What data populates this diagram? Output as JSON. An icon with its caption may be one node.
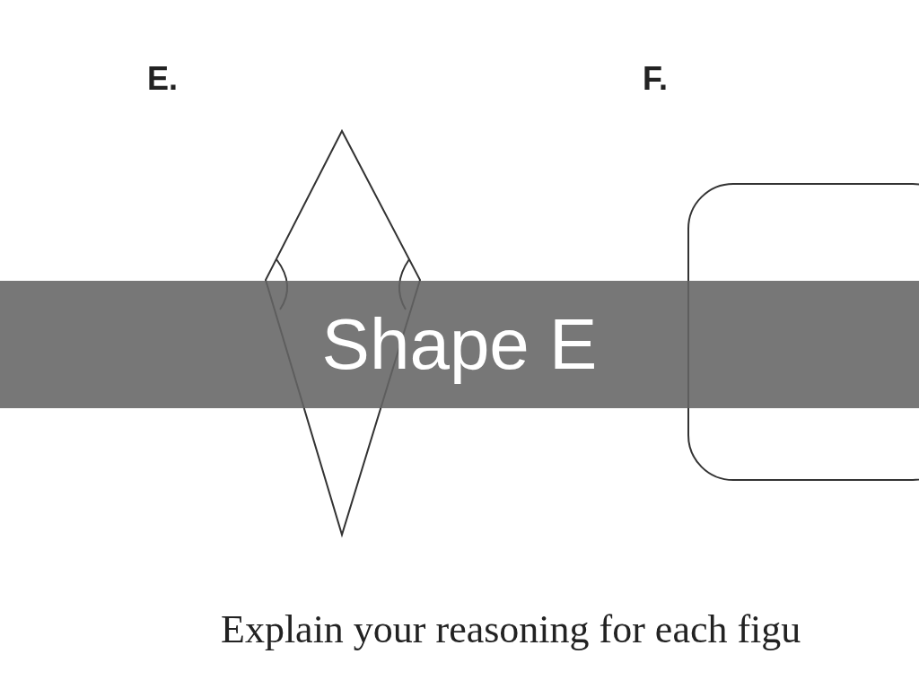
{
  "diagram": {
    "labels": [
      "E.",
      "F.",
      "Shape E",
      "Explain your reasoning for each figu"
    ]
  }
}
